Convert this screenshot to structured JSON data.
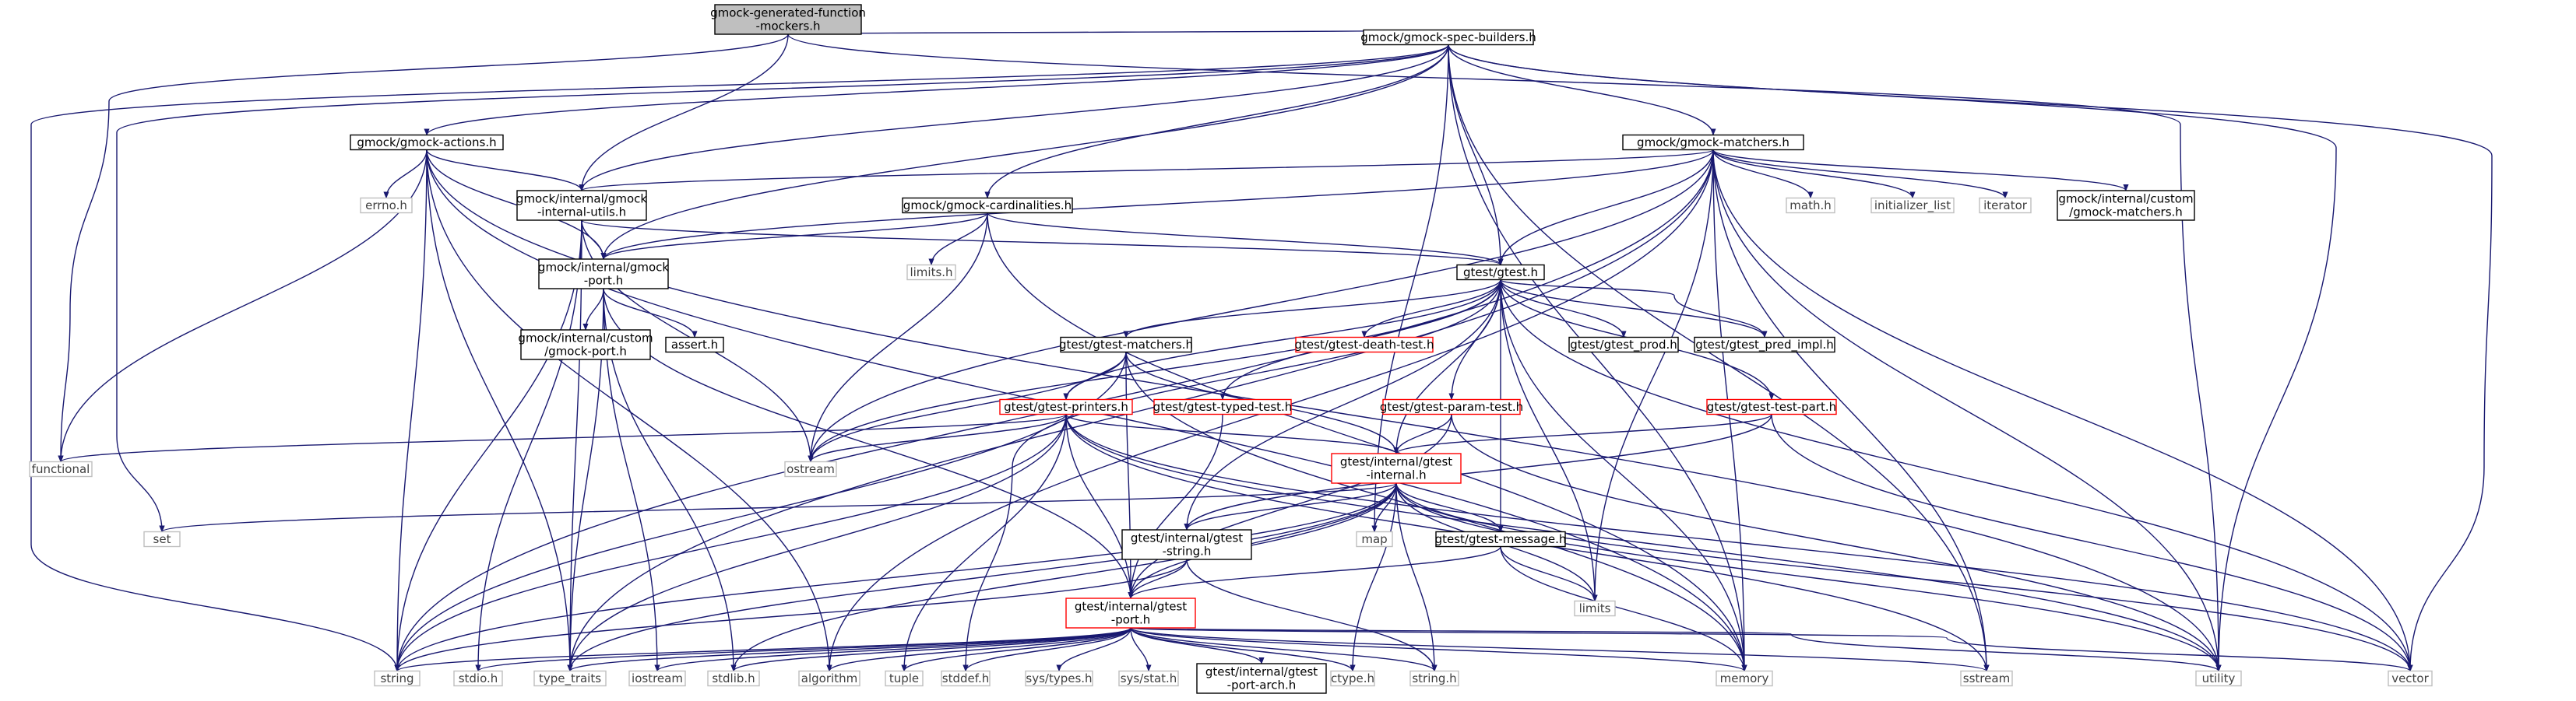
{
  "colors": {
    "edge": "#191970",
    "border_normal": "#000000",
    "border_system": "#bfbfbf",
    "border_red": "#ff0000",
    "fill_root": "#bfbfbf",
    "fill_default": "#ffffff",
    "text_normal": "#000000",
    "text_system": "#404040"
  },
  "nodes": [
    {
      "id": "root",
      "lines": [
        "gmock-generated-function",
        "-mockers.h"
      ],
      "kind": "root"
    },
    {
      "id": "specb",
      "lines": [
        "gmock/gmock-spec-builders.h"
      ],
      "kind": "normal"
    },
    {
      "id": "actions",
      "lines": [
        "gmock/gmock-actions.h"
      ],
      "kind": "normal"
    },
    {
      "id": "matchers",
      "lines": [
        "gmock/gmock-matchers.h"
      ],
      "kind": "normal"
    },
    {
      "id": "gmiu",
      "lines": [
        "gmock/internal/gmock",
        "-internal-utils.h"
      ],
      "kind": "normal"
    },
    {
      "id": "card",
      "lines": [
        "gmock/gmock-cardinalities.h"
      ],
      "kind": "normal"
    },
    {
      "id": "gmport",
      "lines": [
        "gmock/internal/gmock",
        "-port.h"
      ],
      "kind": "normal"
    },
    {
      "id": "gtest",
      "lines": [
        "gtest/gtest.h"
      ],
      "kind": "normal"
    },
    {
      "id": "custport",
      "lines": [
        "gmock/internal/custom",
        "/gmock-port.h"
      ],
      "kind": "normal"
    },
    {
      "id": "assert",
      "lines": [
        "assert.h"
      ],
      "kind": "normal"
    },
    {
      "id": "gtmatch",
      "lines": [
        "gtest/gtest-matchers.h"
      ],
      "kind": "normal"
    },
    {
      "id": "death",
      "lines": [
        "gtest/gtest-death-test.h"
      ],
      "kind": "red"
    },
    {
      "id": "prod",
      "lines": [
        "gtest/gtest_prod.h"
      ],
      "kind": "normal"
    },
    {
      "id": "predimpl",
      "lines": [
        "gtest/gtest_pred_impl.h"
      ],
      "kind": "normal"
    },
    {
      "id": "printers",
      "lines": [
        "gtest/gtest-printers.h"
      ],
      "kind": "red"
    },
    {
      "id": "typed",
      "lines": [
        "gtest/gtest-typed-test.h"
      ],
      "kind": "red"
    },
    {
      "id": "param",
      "lines": [
        "gtest/gtest-param-test.h"
      ],
      "kind": "red"
    },
    {
      "id": "testpart",
      "lines": [
        "gtest/gtest-test-part.h"
      ],
      "kind": "red"
    },
    {
      "id": "gtint",
      "lines": [
        "gtest/internal/gtest",
        "-internal.h"
      ],
      "kind": "red"
    },
    {
      "id": "gtstring",
      "lines": [
        "gtest/internal/gtest",
        "-string.h"
      ],
      "kind": "normal"
    },
    {
      "id": "gtmsg",
      "lines": [
        "gtest/gtest-message.h"
      ],
      "kind": "normal"
    },
    {
      "id": "gtport",
      "lines": [
        "gtest/internal/gtest",
        "-port.h"
      ],
      "kind": "red"
    },
    {
      "id": "portarch",
      "lines": [
        "gtest/internal/gtest",
        "-port-arch.h"
      ],
      "kind": "normal"
    },
    {
      "id": "custmatch",
      "lines": [
        "gmock/internal/custom",
        "/gmock-matchers.h"
      ],
      "kind": "normal"
    },
    {
      "id": "errno",
      "lines": [
        "errno.h"
      ],
      "kind": "system"
    },
    {
      "id": "limitsh",
      "lines": [
        "limits.h"
      ],
      "kind": "system"
    },
    {
      "id": "math",
      "lines": [
        "math.h"
      ],
      "kind": "system"
    },
    {
      "id": "initlist",
      "lines": [
        "initializer_list"
      ],
      "kind": "system"
    },
    {
      "id": "iterator",
      "lines": [
        "iterator"
      ],
      "kind": "system"
    },
    {
      "id": "functional",
      "lines": [
        "functional"
      ],
      "kind": "system"
    },
    {
      "id": "ostream",
      "lines": [
        "ostream"
      ],
      "kind": "system"
    },
    {
      "id": "set",
      "lines": [
        "set"
      ],
      "kind": "system"
    },
    {
      "id": "map",
      "lines": [
        "map"
      ],
      "kind": "system"
    },
    {
      "id": "limits",
      "lines": [
        "limits"
      ],
      "kind": "system"
    },
    {
      "id": "string",
      "lines": [
        "string"
      ],
      "kind": "system"
    },
    {
      "id": "stdio",
      "lines": [
        "stdio.h"
      ],
      "kind": "system"
    },
    {
      "id": "typetraits",
      "lines": [
        "type_traits"
      ],
      "kind": "system"
    },
    {
      "id": "iostream",
      "lines": [
        "iostream"
      ],
      "kind": "system"
    },
    {
      "id": "stdlib",
      "lines": [
        "stdlib.h"
      ],
      "kind": "system"
    },
    {
      "id": "algorithm",
      "lines": [
        "algorithm"
      ],
      "kind": "system"
    },
    {
      "id": "tuple",
      "lines": [
        "tuple"
      ],
      "kind": "system"
    },
    {
      "id": "stddef",
      "lines": [
        "stddef.h"
      ],
      "kind": "system"
    },
    {
      "id": "systypes",
      "lines": [
        "sys/types.h"
      ],
      "kind": "system"
    },
    {
      "id": "sysstat",
      "lines": [
        "sys/stat.h"
      ],
      "kind": "system"
    },
    {
      "id": "ctype",
      "lines": [
        "ctype.h"
      ],
      "kind": "system"
    },
    {
      "id": "stringh",
      "lines": [
        "string.h"
      ],
      "kind": "system"
    },
    {
      "id": "memory",
      "lines": [
        "memory"
      ],
      "kind": "system"
    },
    {
      "id": "sstream",
      "lines": [
        "sstream"
      ],
      "kind": "system"
    },
    {
      "id": "utility",
      "lines": [
        "utility"
      ],
      "kind": "system"
    },
    {
      "id": "vector",
      "lines": [
        "vector"
      ],
      "kind": "system"
    }
  ],
  "edges": [
    [
      "root",
      "specb"
    ],
    [
      "root",
      "gmiu"
    ],
    [
      "root",
      "functional"
    ],
    [
      "root",
      "utility"
    ],
    [
      "specb",
      "actions"
    ],
    [
      "specb",
      "matchers"
    ],
    [
      "specb",
      "card"
    ],
    [
      "specb",
      "gmiu"
    ],
    [
      "specb",
      "gmport"
    ],
    [
      "specb",
      "gtest"
    ],
    [
      "specb",
      "string"
    ],
    [
      "specb",
      "set"
    ],
    [
      "specb",
      "map"
    ],
    [
      "specb",
      "memory"
    ],
    [
      "specb",
      "sstream"
    ],
    [
      "specb",
      "vector"
    ],
    [
      "specb",
      "utility"
    ],
    [
      "actions",
      "gmiu"
    ],
    [
      "actions",
      "gmport"
    ],
    [
      "actions",
      "errno"
    ],
    [
      "actions",
      "functional"
    ],
    [
      "actions",
      "string"
    ],
    [
      "actions",
      "typetraits"
    ],
    [
      "actions",
      "algorithm"
    ],
    [
      "actions",
      "memory"
    ],
    [
      "actions",
      "utility"
    ],
    [
      "matchers",
      "gmiu"
    ],
    [
      "matchers",
      "gmport"
    ],
    [
      "matchers",
      "gtest"
    ],
    [
      "matchers",
      "custmatch"
    ],
    [
      "matchers",
      "math"
    ],
    [
      "matchers",
      "initlist"
    ],
    [
      "matchers",
      "iterator"
    ],
    [
      "matchers",
      "limits"
    ],
    [
      "matchers",
      "memory"
    ],
    [
      "matchers",
      "ostream"
    ],
    [
      "matchers",
      "sstream"
    ],
    [
      "matchers",
      "string"
    ],
    [
      "matchers",
      "typetraits"
    ],
    [
      "matchers",
      "utility"
    ],
    [
      "matchers",
      "vector"
    ],
    [
      "matchers",
      "algorithm"
    ],
    [
      "gmiu",
      "gmport"
    ],
    [
      "gmiu",
      "gtest"
    ],
    [
      "gmiu",
      "stdio"
    ],
    [
      "gmiu",
      "ostream"
    ],
    [
      "gmiu",
      "string"
    ],
    [
      "gmiu",
      "typetraits"
    ],
    [
      "card",
      "gmport"
    ],
    [
      "card",
      "gtest"
    ],
    [
      "card",
      "limitsh"
    ],
    [
      "card",
      "memory"
    ],
    [
      "card",
      "ostream"
    ],
    [
      "gmport",
      "custport"
    ],
    [
      "gmport",
      "assert"
    ],
    [
      "gmport",
      "gtport"
    ],
    [
      "gmport",
      "stdlib"
    ],
    [
      "gmport",
      "iostream"
    ],
    [
      "gmport",
      "typetraits"
    ],
    [
      "gtest",
      "gtmatch"
    ],
    [
      "gtest",
      "death"
    ],
    [
      "gtest",
      "prod"
    ],
    [
      "gtest",
      "predimpl"
    ],
    [
      "gtest",
      "printers"
    ],
    [
      "gtest",
      "typed"
    ],
    [
      "gtest",
      "param"
    ],
    [
      "gtest",
      "testpart"
    ],
    [
      "gtest",
      "gtint"
    ],
    [
      "gtest",
      "gtstring"
    ],
    [
      "gtest",
      "gtmsg"
    ],
    [
      "gtest",
      "ostream"
    ],
    [
      "gtest",
      "limits"
    ],
    [
      "gtest",
      "memory"
    ],
    [
      "gtest",
      "vector"
    ],
    [
      "gtest",
      "stddef"
    ],
    [
      "predimpl",
      "gtest"
    ],
    [
      "gtmatch",
      "printers"
    ],
    [
      "gtmatch",
      "gtint"
    ],
    [
      "gtmatch",
      "gtport"
    ],
    [
      "gtmatch",
      "memory"
    ],
    [
      "gtmatch",
      "ostream"
    ],
    [
      "gtmatch",
      "string"
    ],
    [
      "printers",
      "gtint"
    ],
    [
      "printers",
      "gtport"
    ],
    [
      "printers",
      "functional"
    ],
    [
      "printers",
      "ostream"
    ],
    [
      "printers",
      "sstream"
    ],
    [
      "printers",
      "string"
    ],
    [
      "printers",
      "tuple"
    ],
    [
      "printers",
      "typetraits"
    ],
    [
      "printers",
      "utility"
    ],
    [
      "printers",
      "vector"
    ],
    [
      "typed",
      "gtport"
    ],
    [
      "param",
      "gtint"
    ],
    [
      "param",
      "gtport"
    ],
    [
      "param",
      "utility"
    ],
    [
      "testpart",
      "gtint"
    ],
    [
      "testpart",
      "gtstring"
    ],
    [
      "testpart",
      "vector"
    ],
    [
      "gtint",
      "gtstring"
    ],
    [
      "gtint",
      "gtmsg"
    ],
    [
      "gtint",
      "gtport"
    ],
    [
      "gtint",
      "ctype"
    ],
    [
      "gtint",
      "stringh"
    ],
    [
      "gtint",
      "limits"
    ],
    [
      "gtint",
      "map"
    ],
    [
      "gtint",
      "set"
    ],
    [
      "gtint",
      "string"
    ],
    [
      "gtint",
      "utility"
    ],
    [
      "gtint",
      "vector"
    ],
    [
      "gtint",
      "stdlib"
    ],
    [
      "gtint",
      "typetraits"
    ],
    [
      "gtstring",
      "gtport"
    ],
    [
      "gtstring",
      "string"
    ],
    [
      "gtstring",
      "stringh"
    ],
    [
      "gtmsg",
      "gtport"
    ],
    [
      "gtmsg",
      "limits"
    ],
    [
      "gtmsg",
      "memory"
    ],
    [
      "gtport",
      "portarch"
    ],
    [
      "gtport",
      "string"
    ],
    [
      "gtport",
      "stdio"
    ],
    [
      "gtport",
      "typetraits"
    ],
    [
      "gtport",
      "iostream"
    ],
    [
      "gtport",
      "stdlib"
    ],
    [
      "gtport",
      "algorithm"
    ],
    [
      "gtport",
      "tuple"
    ],
    [
      "gtport",
      "stddef"
    ],
    [
      "gtport",
      "systypes"
    ],
    [
      "gtport",
      "sysstat"
    ],
    [
      "gtport",
      "ctype"
    ],
    [
      "gtport",
      "stringh"
    ],
    [
      "gtport",
      "memory"
    ],
    [
      "gtport",
      "sstream"
    ],
    [
      "gtport",
      "utility"
    ],
    [
      "gtport",
      "vector"
    ]
  ]
}
